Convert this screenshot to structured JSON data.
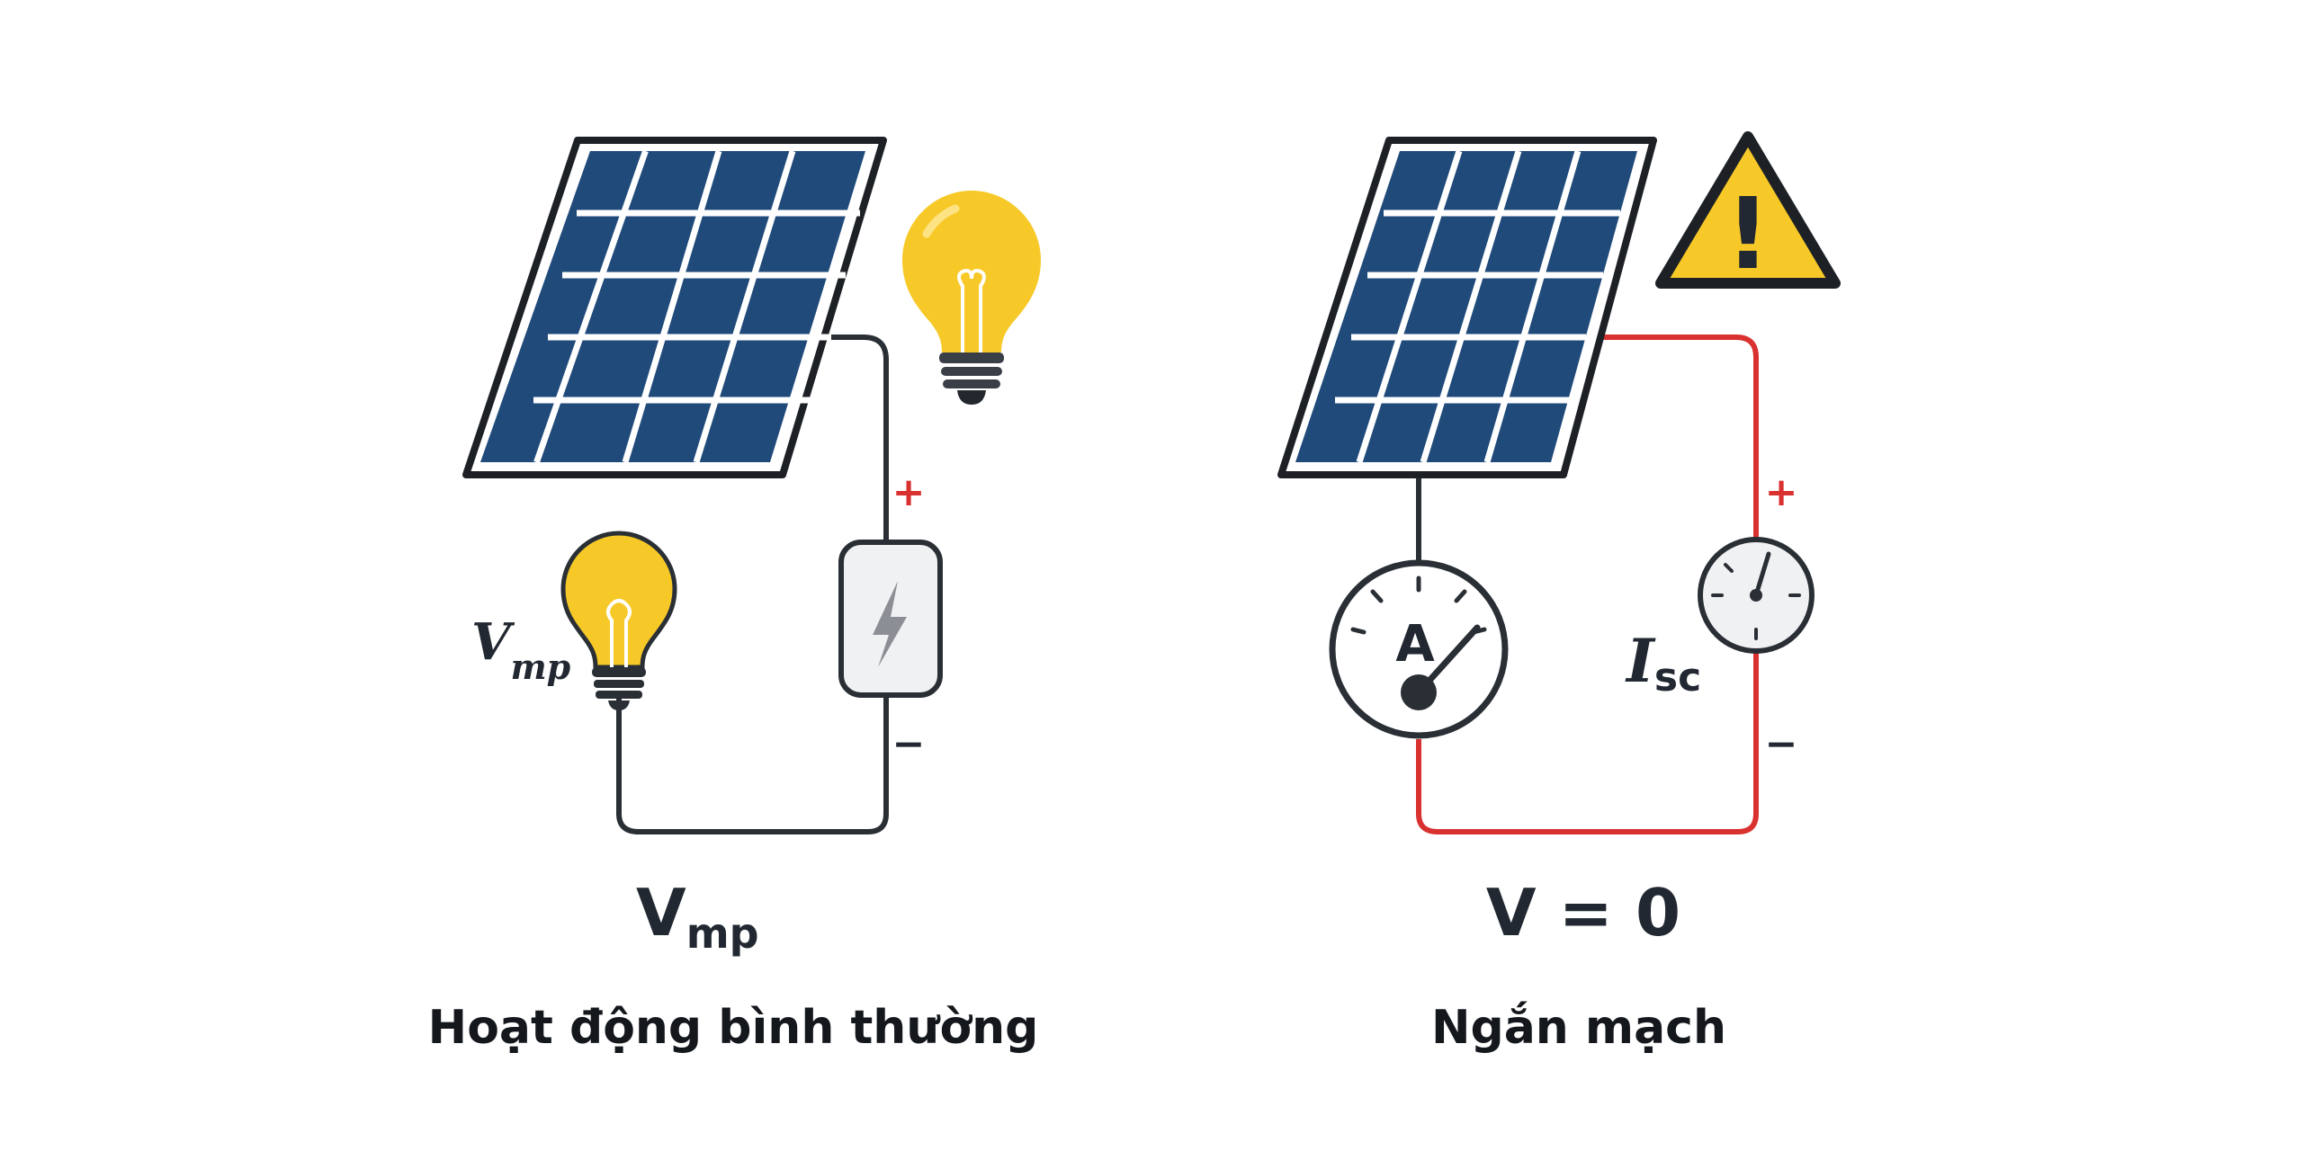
{
  "left": {
    "caption": "Hoạt động bình thường",
    "voltage_main": "V",
    "voltage_sub": "mp",
    "bulb_label_main": "V",
    "bulb_label_sub": "mp",
    "plus_sign": "+",
    "minus_sign": "−"
  },
  "right": {
    "caption": "Ngắn mạch",
    "voltage": "V = 0",
    "current_main": "I",
    "current_sub": "sc",
    "ammeter_letter": "A",
    "warning_mark": "!",
    "plus_sign": "+",
    "minus_sign": "−"
  },
  "colors": {
    "panel_cell": "#1f4a7a",
    "panel_frame": "#1d2126",
    "wire_normal": "#2a2f36",
    "wire_short": "#d93030",
    "bulb": "#f7c928",
    "warning": "#f7c928"
  }
}
